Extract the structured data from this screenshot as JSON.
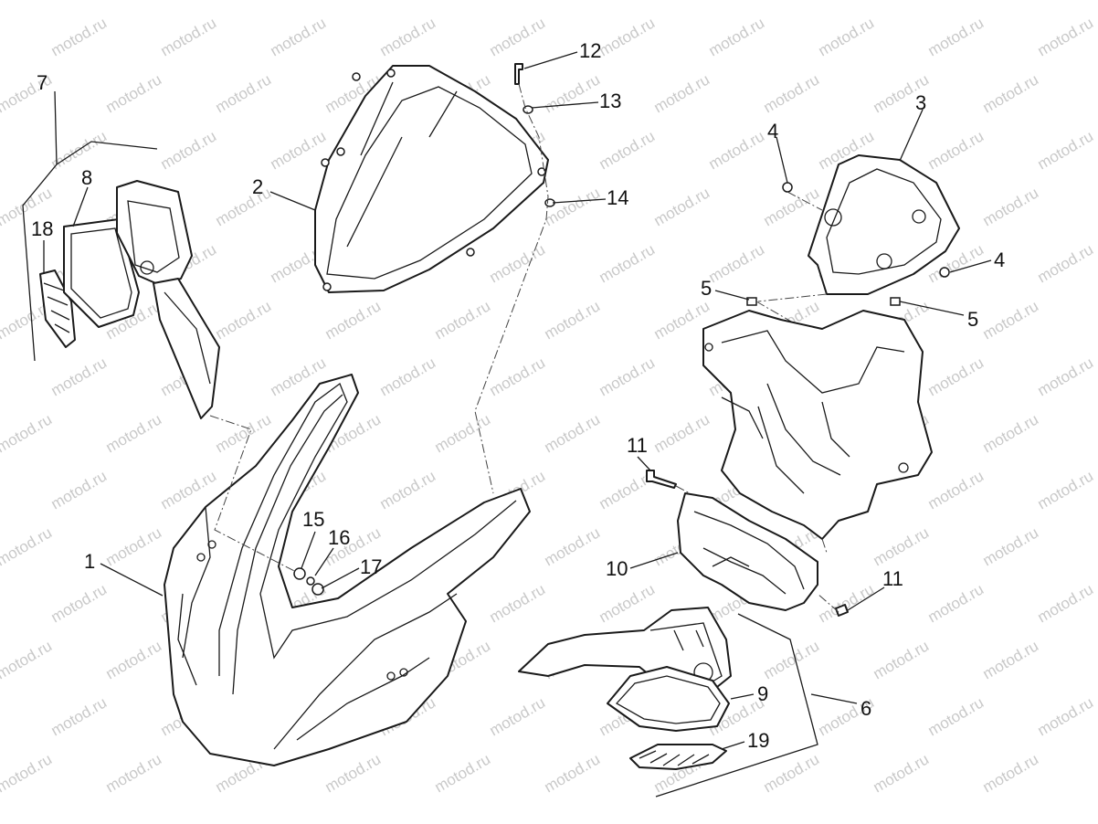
{
  "watermark": "motod.ru",
  "callouts": {
    "c1": "1",
    "c2": "2",
    "c3": "3",
    "c4a": "4",
    "c4b": "4",
    "c5a": "5",
    "c5b": "5",
    "c6": "6",
    "c7": "7",
    "c8": "8",
    "c9": "9",
    "c10": "10",
    "c11a": "11",
    "c11b": "11",
    "c12": "12",
    "c13": "13",
    "c14": "14",
    "c15": "15",
    "c16": "16",
    "c17": "17",
    "c18": "18",
    "c19": "19"
  }
}
